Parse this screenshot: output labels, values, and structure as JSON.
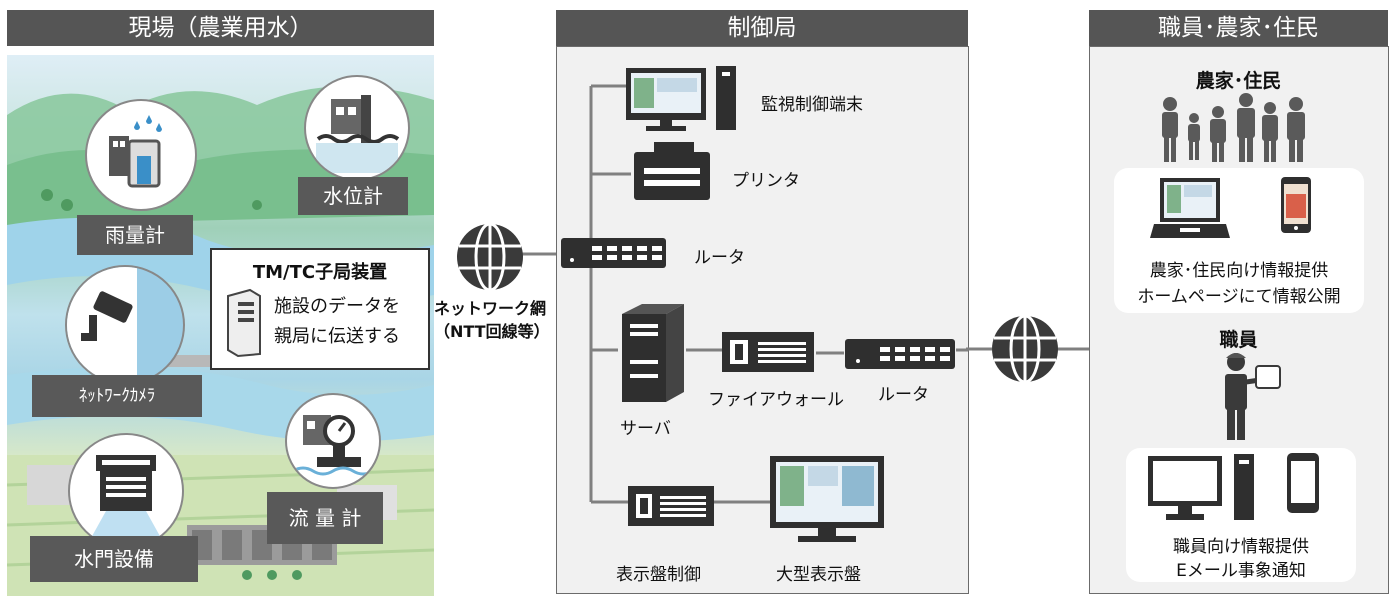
{
  "headers": {
    "field": "現場（農業用水）",
    "control": "制御局",
    "users": "職員･農家･住民"
  },
  "field": {
    "rain_gauge": "雨量計",
    "water_level": "水位計",
    "camera": "ﾈｯﾄﾜｰｸｶﾒﾗ",
    "gate": "水門設備",
    "flowmeter": "流 量 計",
    "tm_title": "TM/TC子局装置",
    "tm_desc_1": "施設のデータを",
    "tm_desc_2": "親局に伝送する"
  },
  "network": {
    "label_1": "ネットワーク網",
    "label_2": "（NTT回線等）"
  },
  "control": {
    "monitor": "監視制御端末",
    "printer": "プリンタ",
    "router_top": "ルータ",
    "server": "サーバ",
    "firewall": "ファイアウォール",
    "router_bottom": "ルータ",
    "display_ctrl": "表示盤制御",
    "big_display": "大型表示盤"
  },
  "users": {
    "farmers_title": "農家･住民",
    "farmers_info_1": "農家･住民向け情報提供",
    "farmers_info_2": "ホームページにて情報公開",
    "staff_title": "職員",
    "staff_info_1": "職員向け情報提供",
    "staff_info_2": "Eメール事象通知"
  },
  "colors": {
    "header_bg": "#555555",
    "panel_bg": "#f1f1f1",
    "device": "#2f2f2f",
    "line": "#808080"
  }
}
